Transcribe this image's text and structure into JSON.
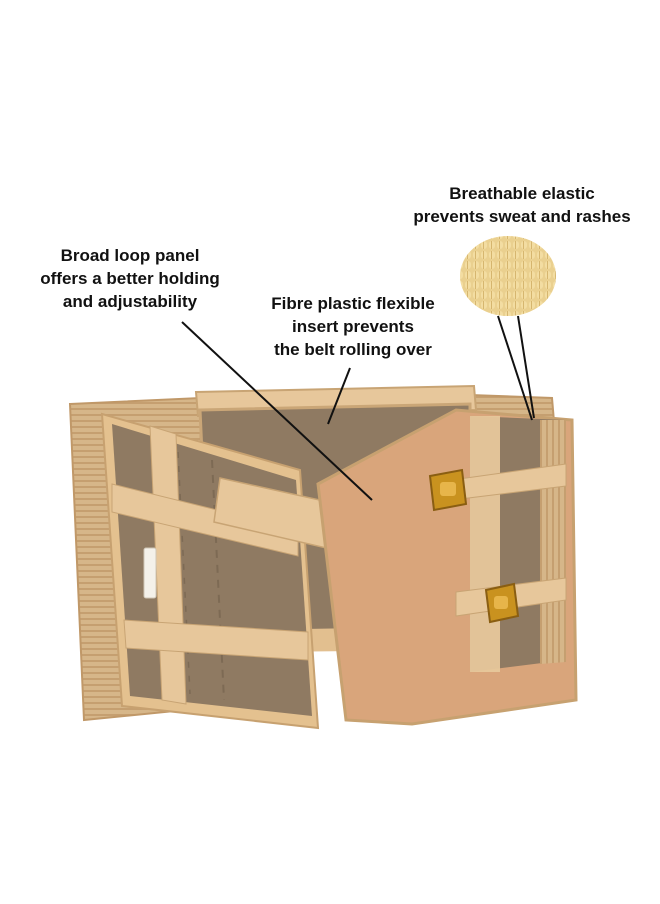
{
  "callouts": {
    "loop_panel": [
      "Broad loop  panel",
      "offers a better holding",
      "and adjustability"
    ],
    "plastic_insert": [
      "Fibre plastic flexible",
      "insert prevents",
      "the belt rolling over"
    ],
    "elastic": [
      "Breathable elastic",
      "prevents sweat  and rashes"
    ]
  },
  "label_text": "",
  "colors": {
    "elastic": "#d8b98c",
    "panel": "#8f7a62",
    "insert": "#d9a57b",
    "strap": "#e7c79b",
    "buckle": "#c9921f",
    "pointer": "#111111"
  }
}
